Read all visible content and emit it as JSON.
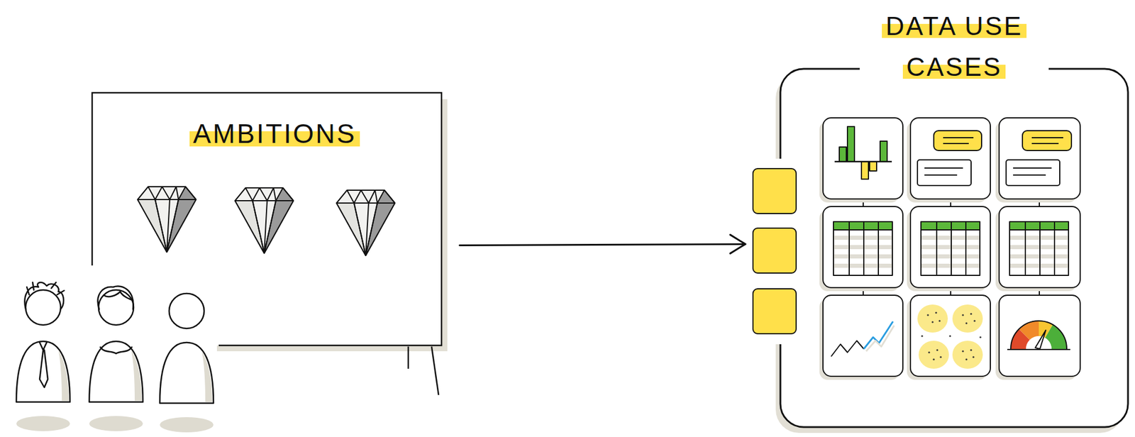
{
  "diagram": {
    "nodes": [
      {
        "text": [
          "AMBITIONS"
        ]
      },
      {
        "text": [
          "DATA USE CASES"
        ]
      }
    ],
    "edges": [
      {
        "from": 0,
        "to": 1,
        "arrow": "to"
      }
    ]
  }
}
